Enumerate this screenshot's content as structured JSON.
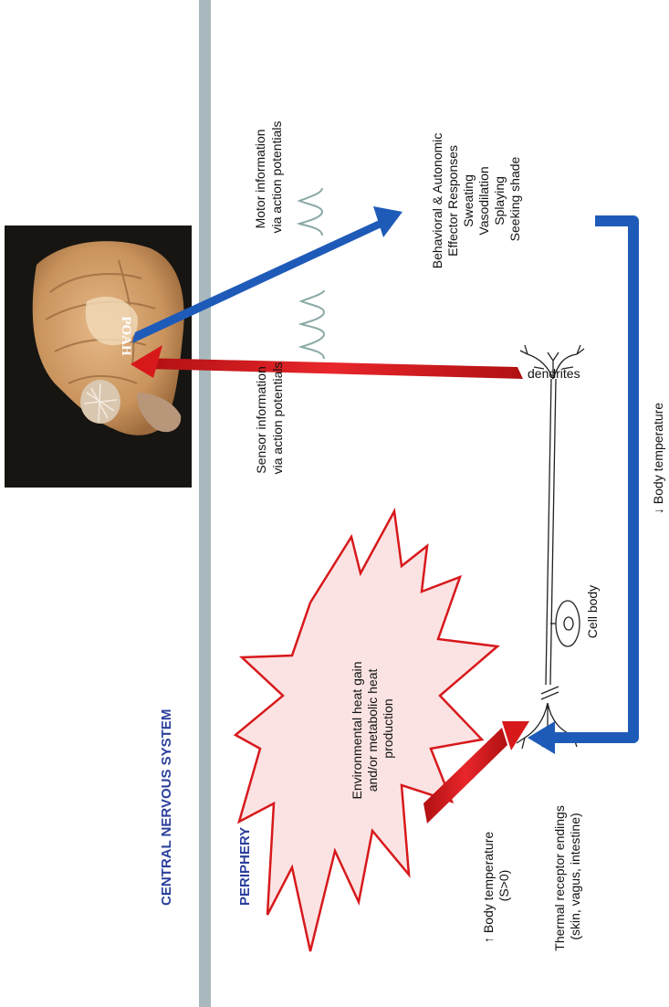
{
  "labels": {
    "cns": "CENTRAL NERVOUS SYSTEM",
    "periphery": "PERIPHERY",
    "poah": "POAH",
    "sensor_line1": "Sensor information",
    "sensor_line2": "via action potentials",
    "motor_line1": "Motor information",
    "motor_line2": "via action potentials",
    "effector_lines": [
      "Behavioral & Autonomic",
      "Effector Responses",
      "Sweating",
      "Vasodilation",
      "Splaying",
      "Seeking shade"
    ],
    "dendrites": "dendrites",
    "cell_body": "Cell body",
    "heat_lines": [
      "Environmental heat gain",
      "and/or metabolic heat",
      "production"
    ],
    "body_temp_up_line1": "↑ Body temperature",
    "body_temp_up_line2": "(S>0)",
    "receptor_line1": "Thermal receptor endings",
    "receptor_line2": "(skin, vagus, intestine)",
    "body_temp_down": "↓ Body temperature"
  },
  "colors": {
    "region_label": "#2b3f9c",
    "divider": "#a9b8bd",
    "sensor_arrow": "#d7191c",
    "motor_arrow": "#1e5bb8",
    "feedback_bracket": "#1e5bb8",
    "burst_stroke": "#d7191c",
    "burst_fill": "#fbe3e3",
    "spike_trace": "#8aa9a6"
  }
}
